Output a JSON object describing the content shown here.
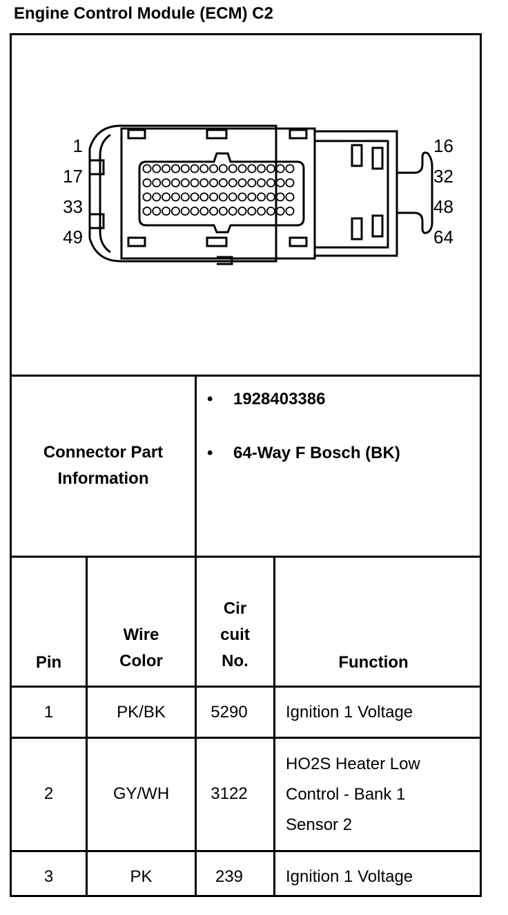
{
  "title": "Engine Control Module (ECM) C2",
  "diagram": {
    "left_pins": [
      "1",
      "17",
      "33",
      "49"
    ],
    "right_pins": [
      "16",
      "32",
      "48",
      "64"
    ]
  },
  "connector": {
    "label_line1": "Connector Part",
    "label_line2": "Information",
    "items": [
      "1928403386",
      "64-Way F Bosch (BK)"
    ],
    "bullet": "•"
  },
  "table": {
    "headers": {
      "pin": "Pin",
      "wire_line1": "Wire",
      "wire_line2": "Color",
      "cir_line1": "Cir",
      "cir_line2": "cuit",
      "cir_line3": "No.",
      "function": "Function"
    },
    "rows": [
      {
        "pin": "1",
        "wire": "PK/BK",
        "circuit": "5290",
        "function": [
          "Ignition 1 Voltage"
        ]
      },
      {
        "pin": "2",
        "wire": "GY/WH",
        "circuit": "3122",
        "function": [
          "HO2S Heater Low",
          "Control - Bank 1",
          "Sensor 2"
        ]
      },
      {
        "pin": "3",
        "wire": "PK",
        "circuit": "239",
        "function": [
          "Ignition 1 Voltage"
        ]
      }
    ]
  }
}
